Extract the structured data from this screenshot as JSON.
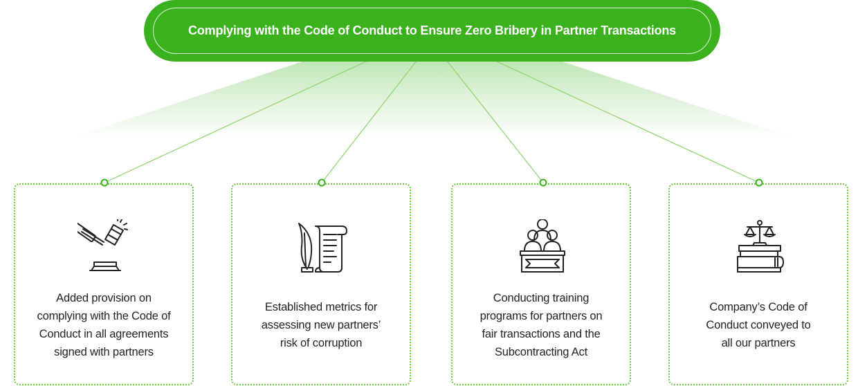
{
  "title": "Complying with the Code of Conduct to Ensure Zero Bribery in Partner Transactions",
  "accent_color": "#3ab11d",
  "connector_color": "#8ed26c",
  "cards": [
    {
      "icon": "gavel-icon",
      "lines": [
        "Added provision on",
        "complying with the Code of",
        "Conduct in all agreements",
        "signed with partners"
      ]
    },
    {
      "icon": "quill-scroll-icon",
      "lines": [
        "Established metrics for",
        "assessing new partners’",
        "risk of corruption"
      ]
    },
    {
      "icon": "training-audience-icon",
      "lines": [
        "Conducting training",
        "programs for partners on",
        "fair transactions and the",
        "Subcontracting Act"
      ]
    },
    {
      "icon": "scales-books-icon",
      "lines": [
        "Company’s Code of",
        "Conduct conveyed to",
        "all our partners"
      ]
    }
  ]
}
